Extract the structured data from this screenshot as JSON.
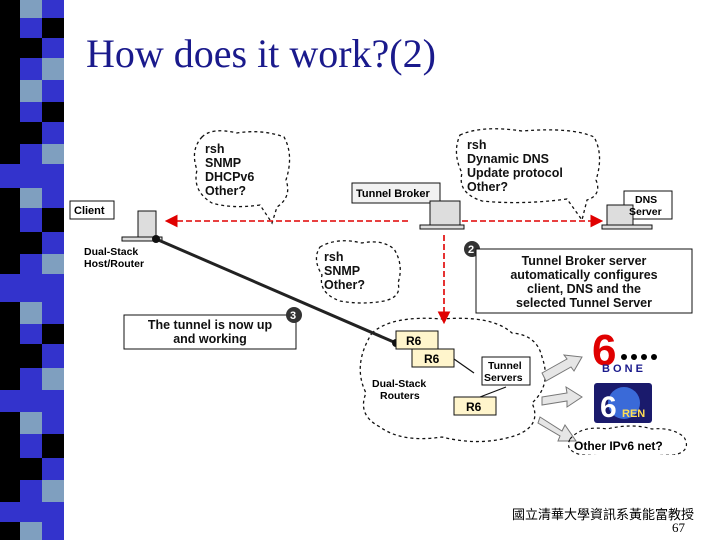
{
  "slide": {
    "title": "How does it work?(2)",
    "footer": "國立清華大學資訊系黃能富教授",
    "page_number": "67"
  },
  "colors": {
    "title": "#1a1a8c",
    "bar_blue": "#3333cc",
    "bar_dark": "#000000",
    "bar_light": "#7f9fbf",
    "red_line": "#e00000",
    "dark_line": "#222222"
  },
  "icons": [
    "terminal-icon",
    "router-icon",
    "cloud-icon",
    "six-bone-logo",
    "six-ren-logo",
    "arrow-icon"
  ],
  "diagram": {
    "client_label": "Client",
    "client_role_1": "Dual-Stack",
    "client_role_2": "Host/Router",
    "tunnel_broker_label": "Tunnel Broker",
    "dns_server_1": "DNS",
    "dns_server_2": "Server",
    "callout_left": [
      "rsh",
      "SNMP",
      "DHCPv6",
      "Other?"
    ],
    "callout_right": [
      "rsh",
      "Dynamic DNS",
      "Update protocol",
      "Other?"
    ],
    "callout_middle": [
      "rsh",
      "SNMP",
      "Other?"
    ],
    "step2_number": "2",
    "step2_text": [
      "Tunnel Broker server",
      "automatically configures",
      "client, DNS and the",
      "selected Tunnel Server"
    ],
    "step3_number": "3",
    "step3_text": [
      "The tunnel is now up",
      "and working"
    ],
    "routers": [
      "R6",
      "R6",
      "R6"
    ],
    "routers_label_1": "Dual-Stack",
    "routers_label_2": "Routers",
    "tunnel_servers_1": "Tunnel",
    "tunnel_servers_2": "Servers",
    "six_bone_letters": "B O N E",
    "six_ren_text": "REN",
    "six_digit": "6",
    "other_net": "Other IPv6 net?"
  }
}
